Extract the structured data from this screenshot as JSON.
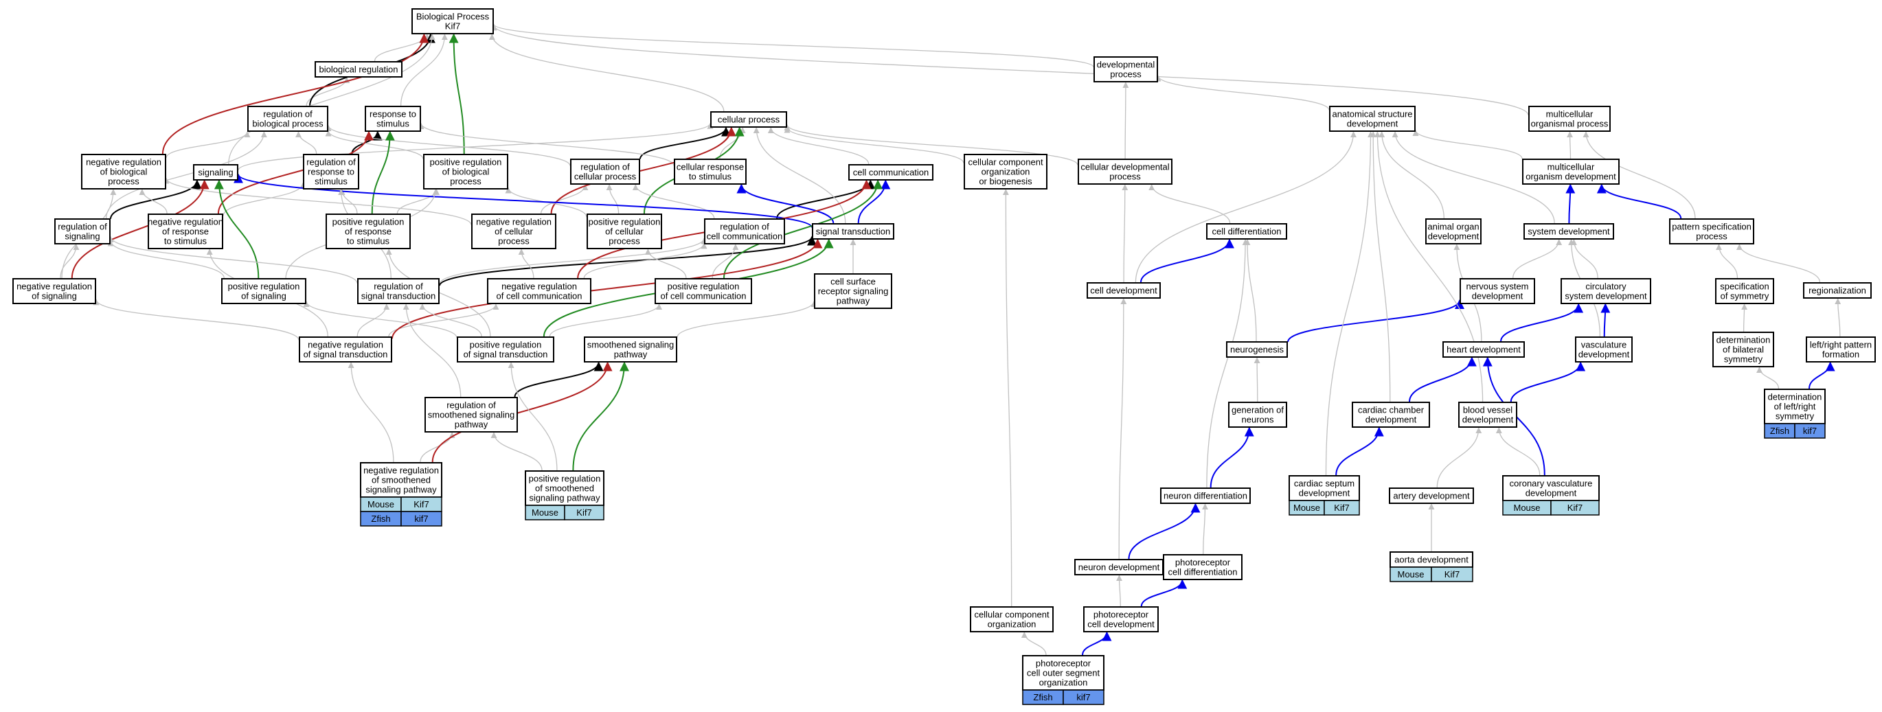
{
  "colors": {
    "edge_default": "#c0c0c0",
    "edge_black": "#000000",
    "edge_red": "#b22222",
    "edge_green": "#228b22",
    "edge_blue": "#0000ee",
    "mouse_badge": "#add8e6",
    "zfish_badge": "#6495ed"
  },
  "nodes": [
    {
      "id": "bp",
      "lines": [
        "Biological Process",
        "Kif7"
      ]
    },
    {
      "id": "biol_reg",
      "lines": [
        "biological regulation"
      ]
    },
    {
      "id": "reg_bp",
      "lines": [
        "regulation of",
        "biological process"
      ]
    },
    {
      "id": "resp_stim",
      "lines": [
        "response to",
        "stimulus"
      ]
    },
    {
      "id": "cell_proc",
      "lines": [
        "cellular process"
      ]
    },
    {
      "id": "dev_proc",
      "lines": [
        "developmental",
        "process"
      ]
    },
    {
      "id": "anat_dev",
      "lines": [
        "anatomical structure",
        "development"
      ]
    },
    {
      "id": "multi_proc",
      "lines": [
        "multicellular",
        "organismal process"
      ]
    },
    {
      "id": "neg_reg_bp",
      "lines": [
        "negative regulation",
        "of biological",
        "process"
      ]
    },
    {
      "id": "signaling",
      "lines": [
        "signaling"
      ]
    },
    {
      "id": "reg_resp",
      "lines": [
        "regulation of",
        "response to",
        "stimulus"
      ]
    },
    {
      "id": "pos_reg_bp",
      "lines": [
        "positive regulation",
        "of biological",
        "process"
      ]
    },
    {
      "id": "reg_cell_proc",
      "lines": [
        "regulation of",
        "cellular process"
      ]
    },
    {
      "id": "cell_resp",
      "lines": [
        "cellular response",
        "to stimulus"
      ]
    },
    {
      "id": "cell_comm",
      "lines": [
        "cell communication"
      ]
    },
    {
      "id": "cc_org_bio",
      "lines": [
        "cellular component",
        "organization",
        "or biogenesis"
      ]
    },
    {
      "id": "cell_dev_proc",
      "lines": [
        "cellular developmental",
        "process"
      ]
    },
    {
      "id": "multi_org_dev",
      "lines": [
        "multicellular",
        "organism development"
      ]
    },
    {
      "id": "reg_sig",
      "lines": [
        "regulation of",
        "signaling"
      ]
    },
    {
      "id": "neg_reg_resp",
      "lines": [
        "negative regulation",
        "of response",
        "to stimulus"
      ]
    },
    {
      "id": "pos_reg_resp",
      "lines": [
        "positive regulation",
        "of response",
        "to stimulus"
      ]
    },
    {
      "id": "neg_reg_cell_proc",
      "lines": [
        "negative regulation",
        "of cellular",
        "process"
      ]
    },
    {
      "id": "pos_reg_cell_proc",
      "lines": [
        "positive regulation",
        "of cellular",
        "process"
      ]
    },
    {
      "id": "reg_cell_comm",
      "lines": [
        "regulation of",
        "cell communication"
      ]
    },
    {
      "id": "sig_trans",
      "lines": [
        "signal transduction"
      ]
    },
    {
      "id": "cell_diff",
      "lines": [
        "cell differentiation"
      ]
    },
    {
      "id": "animal_organ",
      "lines": [
        "animal organ",
        "development"
      ]
    },
    {
      "id": "sys_dev",
      "lines": [
        "system development"
      ]
    },
    {
      "id": "pattern_spec",
      "lines": [
        "pattern specification",
        "process"
      ]
    },
    {
      "id": "neg_reg_sig",
      "lines": [
        "negative regulation",
        "of signaling"
      ]
    },
    {
      "id": "pos_reg_sig",
      "lines": [
        "positive regulation",
        "of signaling"
      ]
    },
    {
      "id": "reg_sig_trans",
      "lines": [
        "regulation of",
        "signal transduction"
      ]
    },
    {
      "id": "neg_reg_cell_comm",
      "lines": [
        "negative regulation",
        "of cell communication"
      ]
    },
    {
      "id": "pos_reg_cell_comm",
      "lines": [
        "positive regulation",
        "of cell communication"
      ]
    },
    {
      "id": "cell_surf",
      "lines": [
        "cell surface",
        "receptor signaling",
        "pathway"
      ]
    },
    {
      "id": "cell_dev",
      "lines": [
        "cell development"
      ]
    },
    {
      "id": "nerv_sys",
      "lines": [
        "nervous system",
        "development"
      ]
    },
    {
      "id": "circ_sys",
      "lines": [
        "circulatory",
        "system development"
      ]
    },
    {
      "id": "spec_sym",
      "lines": [
        "specification",
        "of symmetry"
      ]
    },
    {
      "id": "regionalization",
      "lines": [
        "regionalization"
      ]
    },
    {
      "id": "neg_reg_sig_trans",
      "lines": [
        "negative regulation",
        "of signal transduction"
      ]
    },
    {
      "id": "pos_reg_sig_trans",
      "lines": [
        "positive regulation",
        "of signal transduction"
      ]
    },
    {
      "id": "smo_path",
      "lines": [
        "smoothened signaling",
        "pathway"
      ]
    },
    {
      "id": "neurogenesis",
      "lines": [
        "neurogenesis"
      ]
    },
    {
      "id": "heart_dev",
      "lines": [
        "heart development"
      ]
    },
    {
      "id": "vasc_dev",
      "lines": [
        "vasculature",
        "development"
      ]
    },
    {
      "id": "det_bilat",
      "lines": [
        "determination",
        "of bilateral",
        "symmetry"
      ]
    },
    {
      "id": "lr_pattern",
      "lines": [
        "left/right pattern",
        "formation"
      ]
    },
    {
      "id": "reg_smo",
      "lines": [
        "regulation of",
        "smoothened signaling",
        "pathway"
      ]
    },
    {
      "id": "gen_neurons",
      "lines": [
        "generation of",
        "neurons"
      ]
    },
    {
      "id": "cardiac_chamber",
      "lines": [
        "cardiac chamber",
        "development"
      ]
    },
    {
      "id": "blood_vessel",
      "lines": [
        "blood vessel",
        "development"
      ]
    },
    {
      "id": "det_lr",
      "lines": [
        "determination",
        "of left/right",
        "symmetry"
      ],
      "badges": [
        [
          "Zfish",
          "kif7"
        ]
      ]
    },
    {
      "id": "neg_reg_smo",
      "lines": [
        "negative regulation",
        "of smoothened",
        "signaling pathway"
      ],
      "badges": [
        [
          "Mouse",
          "Kif7"
        ],
        [
          "Zfish",
          "kif7"
        ]
      ]
    },
    {
      "id": "pos_reg_smo",
      "lines": [
        "positive regulation",
        "of smoothened",
        "signaling pathway"
      ],
      "badges": [
        [
          "Mouse",
          "Kif7"
        ]
      ]
    },
    {
      "id": "neuron_diff",
      "lines": [
        "neuron differentiation"
      ]
    },
    {
      "id": "cardiac_septum",
      "lines": [
        "cardiac septum",
        "development"
      ],
      "badges": [
        [
          "Mouse",
          "Kif7"
        ]
      ]
    },
    {
      "id": "artery_dev",
      "lines": [
        "artery development"
      ]
    },
    {
      "id": "coronary",
      "lines": [
        "coronary vasculature",
        "development"
      ],
      "badges": [
        [
          "Mouse",
          "Kif7"
        ]
      ]
    },
    {
      "id": "neuron_dev",
      "lines": [
        "neuron development"
      ]
    },
    {
      "id": "photo_diff",
      "lines": [
        "photoreceptor",
        "cell differentiation"
      ]
    },
    {
      "id": "aorta_dev",
      "lines": [
        "aorta development"
      ],
      "badges": [
        [
          "Mouse",
          "Kif7"
        ]
      ]
    },
    {
      "id": "cc_org",
      "lines": [
        "cellular component",
        "organization"
      ]
    },
    {
      "id": "photo_dev",
      "lines": [
        "photoreceptor",
        "cell development"
      ]
    },
    {
      "id": "photo_outer",
      "lines": [
        "photoreceptor",
        "cell outer segment",
        "organization"
      ],
      "badges": [
        [
          "Zfish",
          "kif7"
        ]
      ]
    }
  ],
  "edges": [
    [
      "biol_reg",
      "bp",
      "gray"
    ],
    [
      "reg_bp",
      "biol_reg",
      "gray"
    ],
    [
      "reg_bp",
      "bp",
      "black"
    ],
    [
      "resp_stim",
      "bp",
      "gray"
    ],
    [
      "cell_proc",
      "bp",
      "gray"
    ],
    [
      "dev_proc",
      "bp",
      "gray"
    ],
    [
      "multi_proc",
      "bp",
      "gray"
    ],
    [
      "neg_reg_bp",
      "bp",
      "red"
    ],
    [
      "neg_reg_bp",
      "reg_bp",
      "gray"
    ],
    [
      "signaling",
      "bp",
      "gray"
    ],
    [
      "signaling",
      "cell_proc",
      "gray"
    ],
    [
      "reg_resp",
      "reg_bp",
      "gray"
    ],
    [
      "reg_resp",
      "resp_stim",
      "black"
    ],
    [
      "pos_reg_bp",
      "bp",
      "green"
    ],
    [
      "pos_reg_bp",
      "reg_bp",
      "gray"
    ],
    [
      "reg_cell_proc",
      "reg_bp",
      "gray"
    ],
    [
      "reg_cell_proc",
      "cell_proc",
      "black"
    ],
    [
      "cell_resp",
      "resp_stim",
      "gray"
    ],
    [
      "cell_resp",
      "cell_proc",
      "gray"
    ],
    [
      "cell_comm",
      "cell_proc",
      "gray"
    ],
    [
      "cc_org_bio",
      "cell_proc",
      "gray"
    ],
    [
      "cell_dev_proc",
      "cell_proc",
      "gray"
    ],
    [
      "cell_dev_proc",
      "dev_proc",
      "gray"
    ],
    [
      "anat_dev",
      "dev_proc",
      "gray"
    ],
    [
      "multi_org_dev",
      "anat_dev",
      "gray"
    ],
    [
      "multi_org_dev",
      "multi_proc",
      "gray"
    ],
    [
      "reg_sig",
      "reg_bp",
      "gray"
    ],
    [
      "reg_sig",
      "signaling",
      "black"
    ],
    [
      "neg_reg_resp",
      "reg_resp",
      "gray"
    ],
    [
      "neg_reg_resp",
      "resp_stim",
      "red"
    ],
    [
      "neg_reg_resp",
      "neg_reg_bp",
      "gray"
    ],
    [
      "pos_reg_resp",
      "reg_resp",
      "gray"
    ],
    [
      "pos_reg_resp",
      "resp_stim",
      "green"
    ],
    [
      "pos_reg_resp",
      "pos_reg_bp",
      "gray"
    ],
    [
      "neg_reg_cell_proc",
      "reg_cell_proc",
      "gray"
    ],
    [
      "neg_reg_cell_proc",
      "cell_proc",
      "red"
    ],
    [
      "neg_reg_cell_proc",
      "neg_reg_bp",
      "gray"
    ],
    [
      "pos_reg_cell_proc",
      "reg_cell_proc",
      "gray"
    ],
    [
      "pos_reg_cell_proc",
      "cell_proc",
      "green"
    ],
    [
      "pos_reg_cell_proc",
      "pos_reg_bp",
      "gray"
    ],
    [
      "reg_cell_comm",
      "reg_cell_proc",
      "gray"
    ],
    [
      "reg_cell_comm",
      "cell_comm",
      "black"
    ],
    [
      "sig_trans",
      "signaling",
      "blue"
    ],
    [
      "sig_trans",
      "cell_resp",
      "blue"
    ],
    [
      "sig_trans",
      "cell_comm",
      "blue"
    ],
    [
      "sig_trans",
      "cell_proc",
      "gray"
    ],
    [
      "cell_diff",
      "cell_dev_proc",
      "gray"
    ],
    [
      "animal_organ",
      "anat_dev",
      "gray"
    ],
    [
      "sys_dev",
      "anat_dev",
      "gray"
    ],
    [
      "sys_dev",
      "multi_org_dev",
      "blue"
    ],
    [
      "pattern_spec",
      "multi_proc",
      "gray"
    ],
    [
      "pattern_spec",
      "multi_org_dev",
      "blue"
    ],
    [
      "neg_reg_sig",
      "reg_sig",
      "gray"
    ],
    [
      "neg_reg_sig",
      "signaling",
      "red"
    ],
    [
      "neg_reg_sig",
      "neg_reg_bp",
      "gray"
    ],
    [
      "pos_reg_sig",
      "reg_sig",
      "gray"
    ],
    [
      "pos_reg_sig",
      "signaling",
      "green"
    ],
    [
      "pos_reg_sig",
      "pos_reg_bp",
      "gray"
    ],
    [
      "reg_sig_trans",
      "reg_sig",
      "gray"
    ],
    [
      "reg_sig_trans",
      "reg_cell_comm",
      "gray"
    ],
    [
      "reg_sig_trans",
      "reg_resp",
      "gray"
    ],
    [
      "reg_sig_trans",
      "sig_trans",
      "black"
    ],
    [
      "neg_reg_cell_comm",
      "reg_cell_comm",
      "gray"
    ],
    [
      "neg_reg_cell_comm",
      "cell_comm",
      "red"
    ],
    [
      "neg_reg_cell_comm",
      "neg_reg_cell_proc",
      "gray"
    ],
    [
      "pos_reg_cell_comm",
      "reg_cell_comm",
      "gray"
    ],
    [
      "pos_reg_cell_comm",
      "cell_comm",
      "green"
    ],
    [
      "pos_reg_cell_comm",
      "pos_reg_cell_proc",
      "gray"
    ],
    [
      "cell_surf",
      "sig_trans",
      "gray"
    ],
    [
      "cell_dev",
      "cell_diff",
      "blue"
    ],
    [
      "cell_dev",
      "anat_dev",
      "gray"
    ],
    [
      "cell_dev",
      "cell_dev_proc",
      "gray"
    ],
    [
      "nerv_sys",
      "sys_dev",
      "gray"
    ],
    [
      "circ_sys",
      "sys_dev",
      "gray"
    ],
    [
      "spec_sym",
      "pattern_spec",
      "gray"
    ],
    [
      "regionalization",
      "pattern_spec",
      "gray"
    ],
    [
      "neg_reg_sig_trans",
      "reg_sig_trans",
      "gray"
    ],
    [
      "neg_reg_sig_trans",
      "neg_reg_sig",
      "gray"
    ],
    [
      "neg_reg_sig_trans",
      "neg_reg_cell_comm",
      "gray"
    ],
    [
      "neg_reg_sig_trans",
      "neg_reg_resp",
      "gray"
    ],
    [
      "neg_reg_sig_trans",
      "sig_trans",
      "red"
    ],
    [
      "pos_reg_sig_trans",
      "reg_sig_trans",
      "gray"
    ],
    [
      "pos_reg_sig_trans",
      "pos_reg_sig",
      "gray"
    ],
    [
      "pos_reg_sig_trans",
      "pos_reg_cell_comm",
      "gray"
    ],
    [
      "pos_reg_sig_trans",
      "pos_reg_resp",
      "gray"
    ],
    [
      "pos_reg_sig_trans",
      "sig_trans",
      "green"
    ],
    [
      "smo_path",
      "cell_surf",
      "gray"
    ],
    [
      "neurogenesis",
      "nerv_sys",
      "blue"
    ],
    [
      "neurogenesis",
      "cell_diff",
      "gray"
    ],
    [
      "heart_dev",
      "animal_organ",
      "gray"
    ],
    [
      "heart_dev",
      "circ_sys",
      "blue"
    ],
    [
      "vasc_dev",
      "circ_sys",
      "blue"
    ],
    [
      "vasc_dev",
      "sys_dev",
      "gray"
    ],
    [
      "det_bilat",
      "spec_sym",
      "gray"
    ],
    [
      "lr_pattern",
      "regionalization",
      "gray"
    ],
    [
      "reg_smo",
      "smo_path",
      "black"
    ],
    [
      "reg_smo",
      "reg_sig_trans",
      "gray"
    ],
    [
      "gen_neurons",
      "neurogenesis",
      "gray"
    ],
    [
      "cardiac_chamber",
      "heart_dev",
      "blue"
    ],
    [
      "cardiac_chamber",
      "anat_dev",
      "gray"
    ],
    [
      "blood_vessel",
      "vasc_dev",
      "blue"
    ],
    [
      "blood_vessel",
      "anat_dev",
      "gray"
    ],
    [
      "det_lr",
      "det_bilat",
      "gray"
    ],
    [
      "det_lr",
      "lr_pattern",
      "blue"
    ],
    [
      "neg_reg_smo",
      "reg_smo",
      "gray"
    ],
    [
      "neg_reg_smo",
      "neg_reg_sig_trans",
      "gray"
    ],
    [
      "neg_reg_smo",
      "smo_path",
      "red"
    ],
    [
      "pos_reg_smo",
      "reg_smo",
      "gray"
    ],
    [
      "pos_reg_smo",
      "pos_reg_sig_trans",
      "gray"
    ],
    [
      "pos_reg_smo",
      "smo_path",
      "green"
    ],
    [
      "neuron_diff",
      "gen_neurons",
      "blue"
    ],
    [
      "neuron_diff",
      "cell_diff",
      "gray"
    ],
    [
      "cardiac_septum",
      "cardiac_chamber",
      "blue"
    ],
    [
      "cardiac_septum",
      "anat_dev",
      "gray"
    ],
    [
      "artery_dev",
      "blood_vessel",
      "gray"
    ],
    [
      "coronary",
      "heart_dev",
      "blue"
    ],
    [
      "coronary",
      "blood_vessel",
      "gray"
    ],
    [
      "neuron_dev",
      "neuron_diff",
      "blue"
    ],
    [
      "neuron_dev",
      "cell_dev",
      "gray"
    ],
    [
      "photo_diff",
      "neuron_diff",
      "gray"
    ],
    [
      "aorta_dev",
      "artery_dev",
      "gray"
    ],
    [
      "cc_org",
      "cc_org_bio",
      "gray"
    ],
    [
      "photo_dev",
      "photo_diff",
      "blue"
    ],
    [
      "photo_dev",
      "neuron_dev",
      "gray"
    ],
    [
      "photo_outer",
      "photo_dev",
      "blue"
    ],
    [
      "photo_outer",
      "cc_org",
      "gray"
    ]
  ]
}
